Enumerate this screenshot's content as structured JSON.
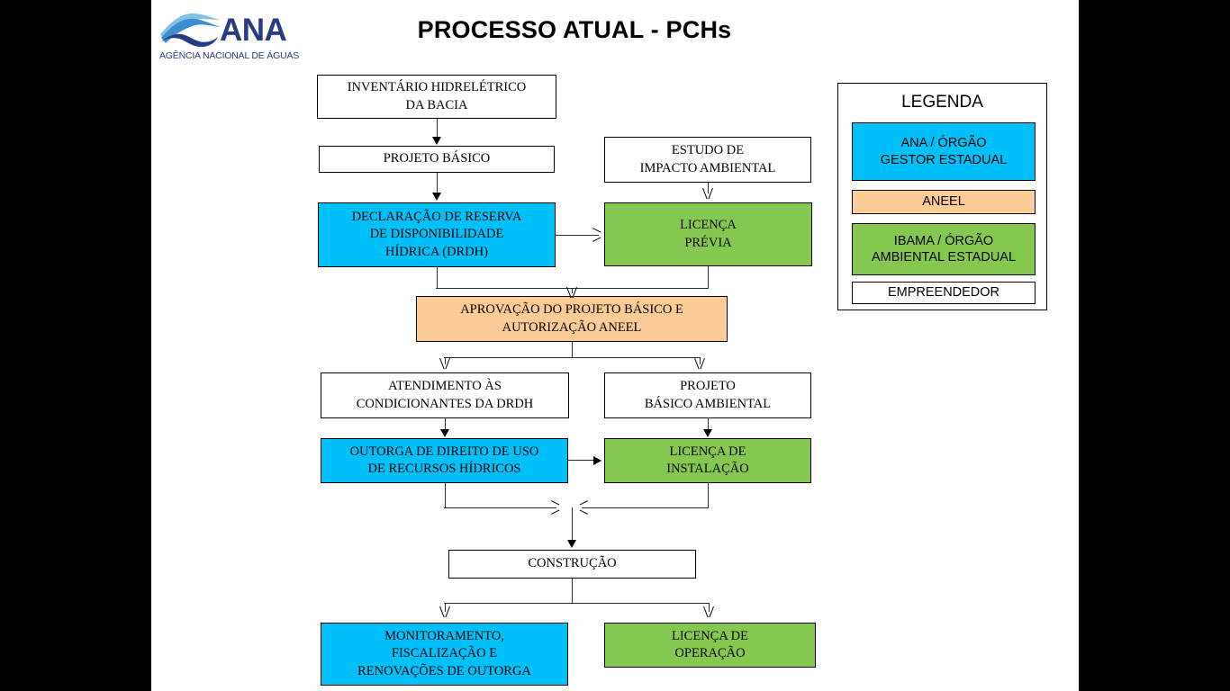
{
  "logo": {
    "wordmark": "ANA",
    "tagline": "AGÊNCIA NACIONAL DE ÁGUAS",
    "colors": {
      "text": "#2a3b86",
      "wave_light": "#7ec2e8",
      "wave_mid": "#3b8fd0",
      "wave_dark": "#2a3b86"
    }
  },
  "title": "PROCESSO ATUAL - PCHs",
  "colors": {
    "cyan": "#00c0fa",
    "green": "#84c850",
    "orange": "#fccb96",
    "white": "#ffffff",
    "line": "#2b2b2b",
    "frame": "#000000"
  },
  "flow": {
    "nodes": [
      {
        "id": "inventario",
        "label": "INVENTÁRIO HIDRELÉTRICO\nDA BACIA",
        "fill": "white"
      },
      {
        "id": "projeto_basico",
        "label": "PROJETO BÁSICO",
        "fill": "white"
      },
      {
        "id": "eia",
        "label": "ESTUDO DE\nIMPACTO AMBIENTAL",
        "fill": "white"
      },
      {
        "id": "drdh",
        "label": "DECLARAÇÃO DE RESERVA\nDE DISPONIBILIDADE\nHÍDRICA (DRDH)",
        "fill": "cyan"
      },
      {
        "id": "licenca_previa",
        "label": "LICENÇA\nPRÉVIA",
        "fill": "green"
      },
      {
        "id": "aprovacao",
        "label": "APROVAÇÃO DO PROJETO BÁSICO E\nAUTORIZAÇÃO ANEEL",
        "fill": "orange"
      },
      {
        "id": "condicionantes",
        "label": "ATENDIMENTO ÀS\nCONDICIONANTES DA DRDH",
        "fill": "white"
      },
      {
        "id": "pba",
        "label": "PROJETO\nBÁSICO AMBIENTAL",
        "fill": "white"
      },
      {
        "id": "outorga",
        "label": "OUTORGA DE DIREITO DE USO\nDE RECURSOS HÍDRICOS",
        "fill": "cyan"
      },
      {
        "id": "licenca_inst",
        "label": "LICENÇA DE\nINSTALAÇÃO",
        "fill": "green"
      },
      {
        "id": "construcao",
        "label": "CONSTRUÇÃO",
        "fill": "white"
      },
      {
        "id": "monitoramento",
        "label": "MONITORAMENTO,\nFISCALIZAÇÃO E\nRENOVAÇÕES DE OUTORGA",
        "fill": "cyan"
      },
      {
        "id": "licenca_oper",
        "label": "LICENÇA DE\nOPERAÇÃO",
        "fill": "green"
      }
    ]
  },
  "legend": {
    "title": "LEGENDA",
    "items": [
      {
        "label": "ANA / ÓRGÃO\nGESTOR ESTADUAL",
        "fill": "cyan"
      },
      {
        "label": "ANEEL",
        "fill": "orange"
      },
      {
        "label": "IBAMA / ÓRGÃO\nAMBIENTAL ESTADUAL",
        "fill": "green"
      },
      {
        "label": "EMPREENDEDOR",
        "fill": "white"
      }
    ]
  }
}
